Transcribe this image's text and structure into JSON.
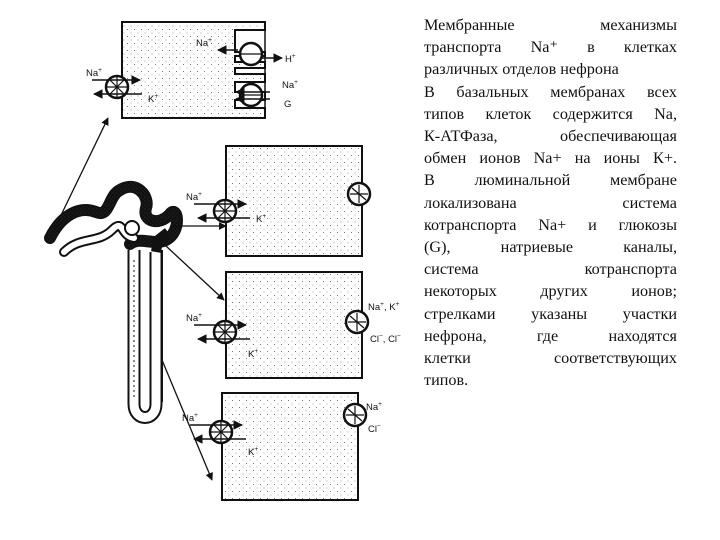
{
  "caption": {
    "lines": [
      "Мембранные механизмы",
      "транспорта Na⁺ в клетках",
      "различных отделов нефрона",
      "В базальных мембранах всех",
      "типов клеток содержится Na,",
      "К-АТФаза, обеспечивающая",
      "обмен ионов Na+ на ионы К+.",
      "В люминальной мембране",
      "локализована система",
      "котранспорта Na+ и глюкозы",
      "(G), натриевые каналы,",
      "система котранспорта",
      "некоторых других ионов;",
      "стрелками указаны участки",
      "нефрона, где находятся",
      "клетки соответствующих",
      "типов."
    ]
  },
  "diagram": {
    "cell1": {
      "basal_na": "Na",
      "basal_k": "K",
      "inner_na": "Na",
      "luminal_h": "H",
      "luminal_na": "Na",
      "luminal_g": "G"
    },
    "cell2": {
      "basal_na": "Na",
      "basal_k": "K"
    },
    "cell3": {
      "basal_na": "Na",
      "basal_k": "K",
      "luminal_na_k": "Na",
      "luminal_k": "K",
      "luminal_cl": "Cl",
      "luminal_cl2": "Cl"
    },
    "cell4": {
      "basal_na": "Na",
      "basal_k": "K",
      "luminal_na": "Na",
      "luminal_cl": "Cl"
    },
    "superscripts": {
      "plus": "+",
      "minus": "−"
    }
  }
}
